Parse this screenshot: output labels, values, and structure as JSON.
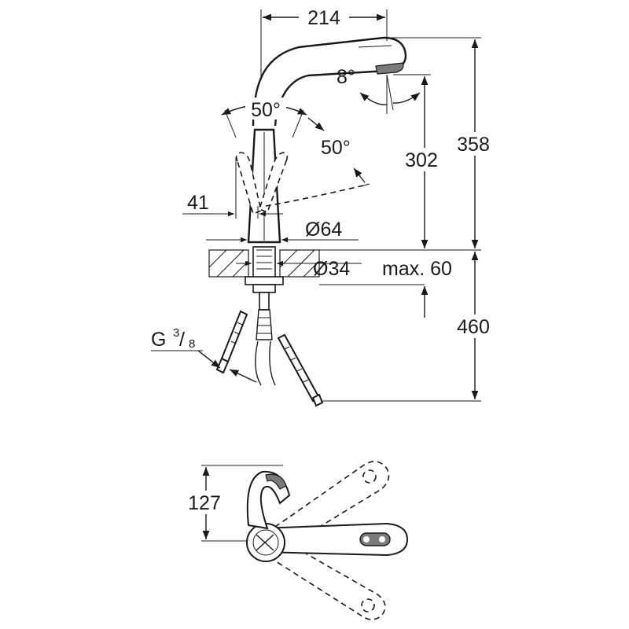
{
  "dimensions": {
    "width_top": "214",
    "spray_angle": "8°",
    "handle_angle_left": "50°",
    "handle_angle_right": "50°",
    "height_spout": "302",
    "height_total": "358",
    "handle_offset": "41",
    "base_diameter": "Ø64",
    "hole_diameter": "Ø34",
    "max_thickness": "max. 60",
    "hose_length": "460",
    "thread_main": "G",
    "thread_num": "3",
    "thread_den": "8",
    "plan_depth": "127"
  },
  "colors": {
    "ink": "#1a1a1a",
    "accent_grey": "#7a7a7a",
    "background": "#ffffff"
  }
}
